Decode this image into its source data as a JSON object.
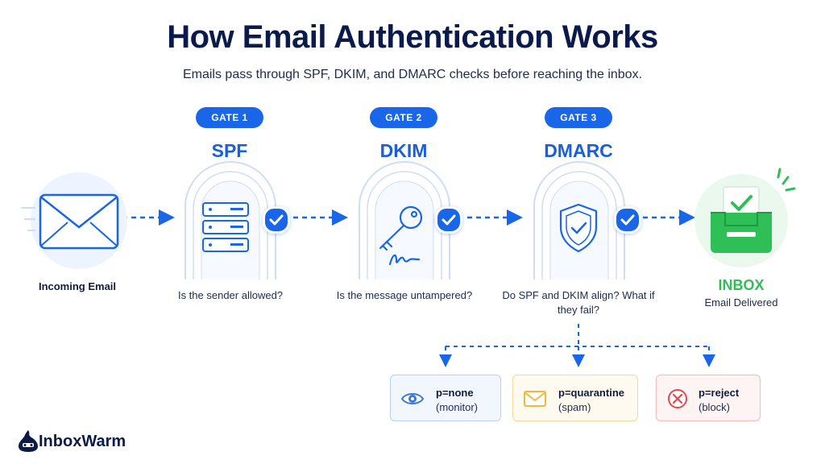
{
  "title": "How Email Authentication Works",
  "subtitle": "Emails pass through SPF, DKIM, and DMARC checks before reaching the inbox.",
  "incoming": {
    "label": "Incoming Email"
  },
  "gates": [
    {
      "badge": "GATE 1",
      "name": "SPF",
      "question": "Is the sender allowed?",
      "icon": "server-icon"
    },
    {
      "badge": "GATE 2",
      "name": "DKIM",
      "question": "Is the message untampered?",
      "icon": "key-signature-icon"
    },
    {
      "badge": "GATE 3",
      "name": "DMARC",
      "question": "Do SPF and DKIM align? What if they fail?",
      "icon": "shield-check-icon"
    }
  ],
  "inbox": {
    "title": "INBOX",
    "subtitle": "Email Delivered"
  },
  "policies": [
    {
      "title": "p=none",
      "desc": "(monitor)",
      "icon": "eye-icon"
    },
    {
      "title": "p=quarantine",
      "desc": "(spam)",
      "icon": "envelope-icon"
    },
    {
      "title": "p=reject",
      "desc": "(block)",
      "icon": "x-circle-icon"
    }
  ],
  "brand": {
    "name": "InboxWarm"
  },
  "colors": {
    "primary": "#1a66e8",
    "inbox_green": "#2fbf57",
    "none_blue": "#3b78d8",
    "quarantine_yellow": "#f5b73b",
    "reject_red": "#e5484d"
  }
}
